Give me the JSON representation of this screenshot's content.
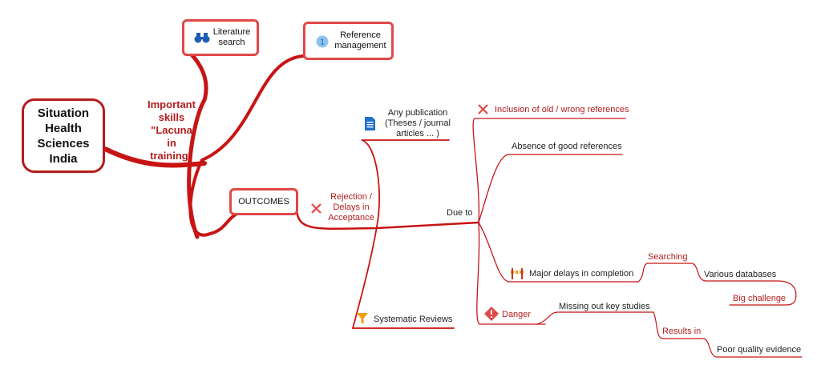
{
  "root": {
    "label": "Situation\nHealth\nSciences\nIndia"
  },
  "skills_label": "Important\nskills\n\"Lacuna\nin\ntraining\"",
  "literature_search": {
    "label": "Literature\nsearch",
    "icon": "binoculars-icon"
  },
  "reference_management": {
    "label": "Reference\nmanagement",
    "icon": "number-one-icon"
  },
  "outcomes": {
    "label": "OUTCOMES"
  },
  "any_publication": {
    "label": "Any publication\n(Theses / journal\narticles ... )",
    "icon": "document-icon"
  },
  "systematic_reviews": {
    "label": "Systematic Reviews",
    "icon": "filter-icon"
  },
  "rejection": {
    "label": "Rejection /\nDelays in\nAcceptance",
    "icon": "cross-icon"
  },
  "due_to": {
    "label": "Due to"
  },
  "inclusion_old": {
    "label": "Inclusion of old / wrong references",
    "icon": "cross-icon"
  },
  "absence_good": {
    "label": "Absence of good references"
  },
  "major_delays": {
    "label": "Major delays in completion",
    "icon": "hurdle-icon"
  },
  "searching": {
    "label": "Searching"
  },
  "various_databases": {
    "label": "Various databases"
  },
  "big_challenge": {
    "label": "Big challenge"
  },
  "danger": {
    "label": "Danger",
    "icon": "warning-diamond-icon"
  },
  "missing_out": {
    "label": "Missing out key studies"
  },
  "results_in": {
    "label": "Results in"
  },
  "poor_quality": {
    "label": "Poor quality evidence"
  },
  "colors": {
    "branch": "#c01010",
    "accent": "#e04848",
    "icon_blue": "#1e5fb3",
    "icon_orange": "#f39c12"
  }
}
